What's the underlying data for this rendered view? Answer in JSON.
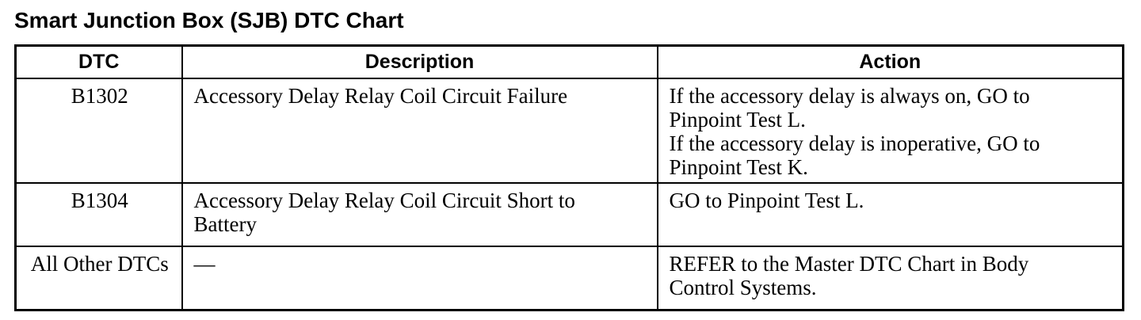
{
  "title": "Smart Junction Box (SJB) DTC Chart",
  "colors": {
    "text": "#000000",
    "background": "#ffffff",
    "border": "#000000"
  },
  "table": {
    "columns": [
      {
        "label": "DTC"
      },
      {
        "label": "Description"
      },
      {
        "label": "Action"
      }
    ],
    "rows": [
      {
        "dtc": "B1302",
        "description": "Accessory Delay Relay Coil Circuit Failure",
        "action": "If the accessory delay is always on, GO to\nPinpoint Test L.\nIf the accessory delay is inoperative, GO to\nPinpoint Test K."
      },
      {
        "dtc": "B1304",
        "description": "Accessory Delay Relay Coil Circuit Short to\nBattery",
        "action": "GO to Pinpoint Test L."
      },
      {
        "dtc": "All Other DTCs",
        "description": "—",
        "action": "REFER to the Master DTC Chart in Body\nControl Systems."
      }
    ]
  }
}
